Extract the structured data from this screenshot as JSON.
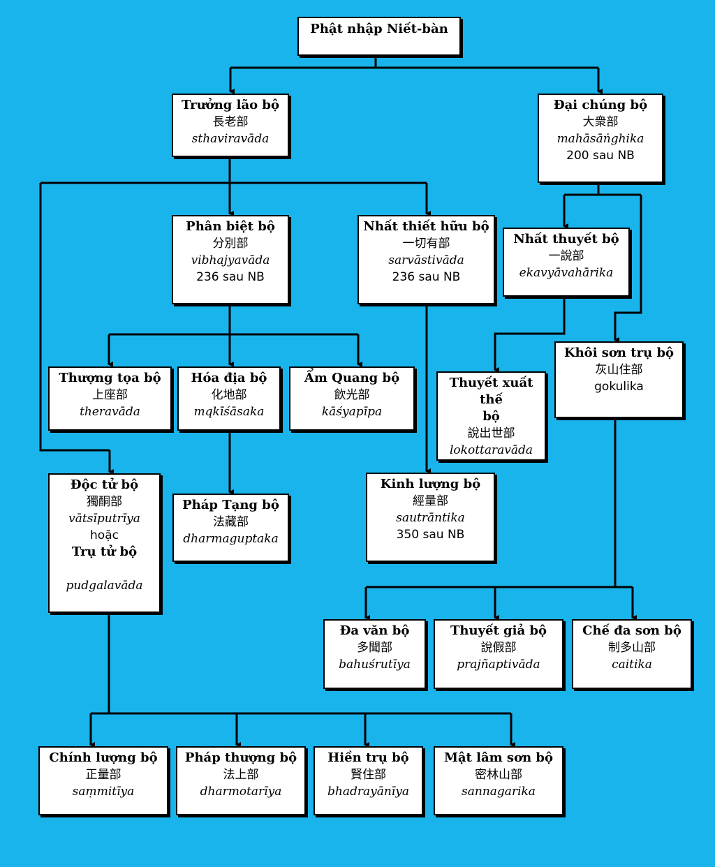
{
  "nodes": {
    "root": {
      "title": "Phật nhập Niết-bàn"
    },
    "sthavira": {
      "title": "Trưởng lão bộ",
      "chinese": "長老部",
      "sanskrit": "sthaviravāda"
    },
    "mahasanghika": {
      "title": "Đại chúng bộ",
      "chinese": "大衆部",
      "sanskrit": "mahāsāṅghika",
      "note": "200 sau NB"
    },
    "vibhajyavada": {
      "title": "Phân biệt bộ",
      "chinese": "分別部",
      "sanskrit": "vibhajyavāda",
      "note": "236 sau NB"
    },
    "sarvastivada": {
      "title": "Nhất thiết hữu bộ",
      "chinese": "一切有部",
      "sanskrit": "sarvāstivāda",
      "note": "236 sau NB"
    },
    "ekavyavaharika": {
      "title": "Nhất thuyết bộ",
      "chinese": "一說部",
      "sanskrit": "ekavyāvahārika"
    },
    "theravada": {
      "title": "Thượng tọa bộ",
      "chinese": "上座部",
      "sanskrit": "theravāda"
    },
    "mahisasaka": {
      "title": "Hóa địa bộ",
      "chinese": "化地部",
      "sanskrit": "mqkīśāsaka"
    },
    "kasyapiya": {
      "title": "Ẩm Quang bộ",
      "chinese": "飲光部",
      "sanskrit": "kāśyapīpa"
    },
    "lokottaravada": {
      "title_line1": "Thuyết xuất thế",
      "title_line2": "bộ",
      "chinese": "說出世部",
      "sanskrit": "lokottaravāda"
    },
    "gokulika": {
      "title": "Khôi sơn trụ bộ",
      "chinese": "灰山住部",
      "sanskrit": "gokulika"
    },
    "vatsiputriya": {
      "title": "Độc tử bộ",
      "chinese": "獨酮部",
      "sanskrit": "vātsīputrīya",
      "or": "hoặc",
      "title2": "Trụ tử bộ",
      "sanskrit2": "pudgalavāda"
    },
    "dharmaguptaka": {
      "title": "Pháp Tạng bộ",
      "chinese": "法藏部",
      "sanskrit": "dharmaguptaka"
    },
    "sautrantika": {
      "title": "Kinh lượng bộ",
      "chinese": "經量部",
      "sanskrit": "sautrāntika",
      "note": "350 sau NB"
    },
    "bahusrutiya": {
      "title": "Đa văn bộ",
      "chinese": "多聞部",
      "sanskrit": "bahuśrutīya"
    },
    "prajnaptivada": {
      "title": "Thuyết giả bộ",
      "chinese": "說假部",
      "sanskrit": "prajñaptivāda"
    },
    "caitika": {
      "title": "Chế đa sơn bộ",
      "chinese": "制多山部",
      "sanskrit": "caitika"
    },
    "sammitiya": {
      "title": "Chính lượng bộ",
      "chinese": "正量部",
      "sanskrit": "saṃmitīya"
    },
    "dharmottariya": {
      "title": "Pháp thượng bộ",
      "chinese": "法上部",
      "sanskrit": "dharmotarīya"
    },
    "bhadrayaniya": {
      "title": "Hiền trụ bộ",
      "chinese": "賢住部",
      "sanskrit": "bhadrayānīya"
    },
    "sannagarika": {
      "title": "Mật lâm sơn bộ",
      "chinese": "密林山部",
      "sanskrit": "sannagarika"
    }
  }
}
